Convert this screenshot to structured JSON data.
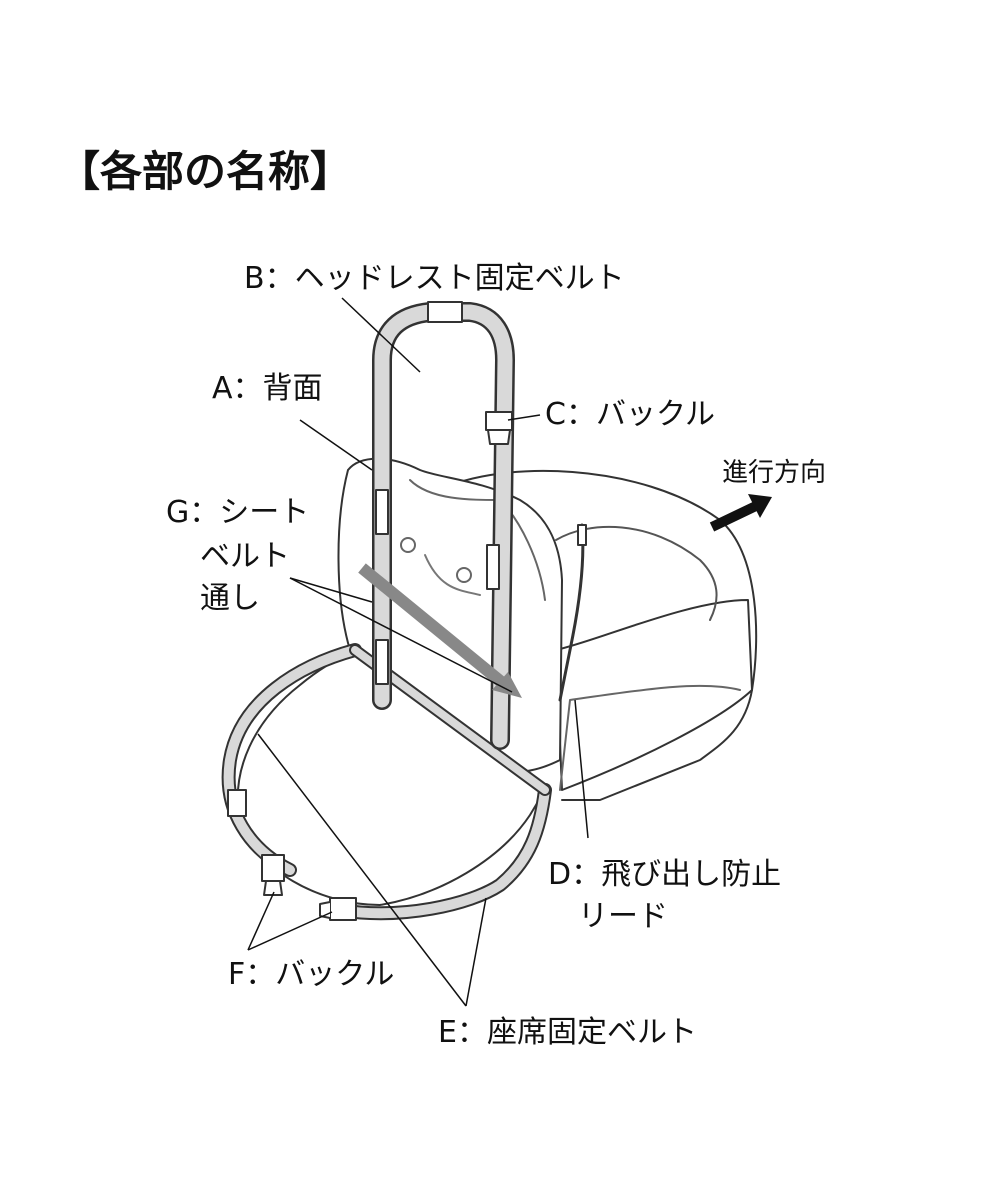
{
  "title": "【各部の名称】",
  "labels": {
    "a": "A：背面",
    "b": "B：ヘッドレスト固定ベルト",
    "c": "C：バックル",
    "d1": "D：飛び出し防止",
    "d2": "リード",
    "e": "E：座席固定ベルト",
    "f": "F：バックル",
    "g1": "G：シート",
    "g2": "ベルト",
    "g3": "通し",
    "direction": "進行方向"
  }
}
